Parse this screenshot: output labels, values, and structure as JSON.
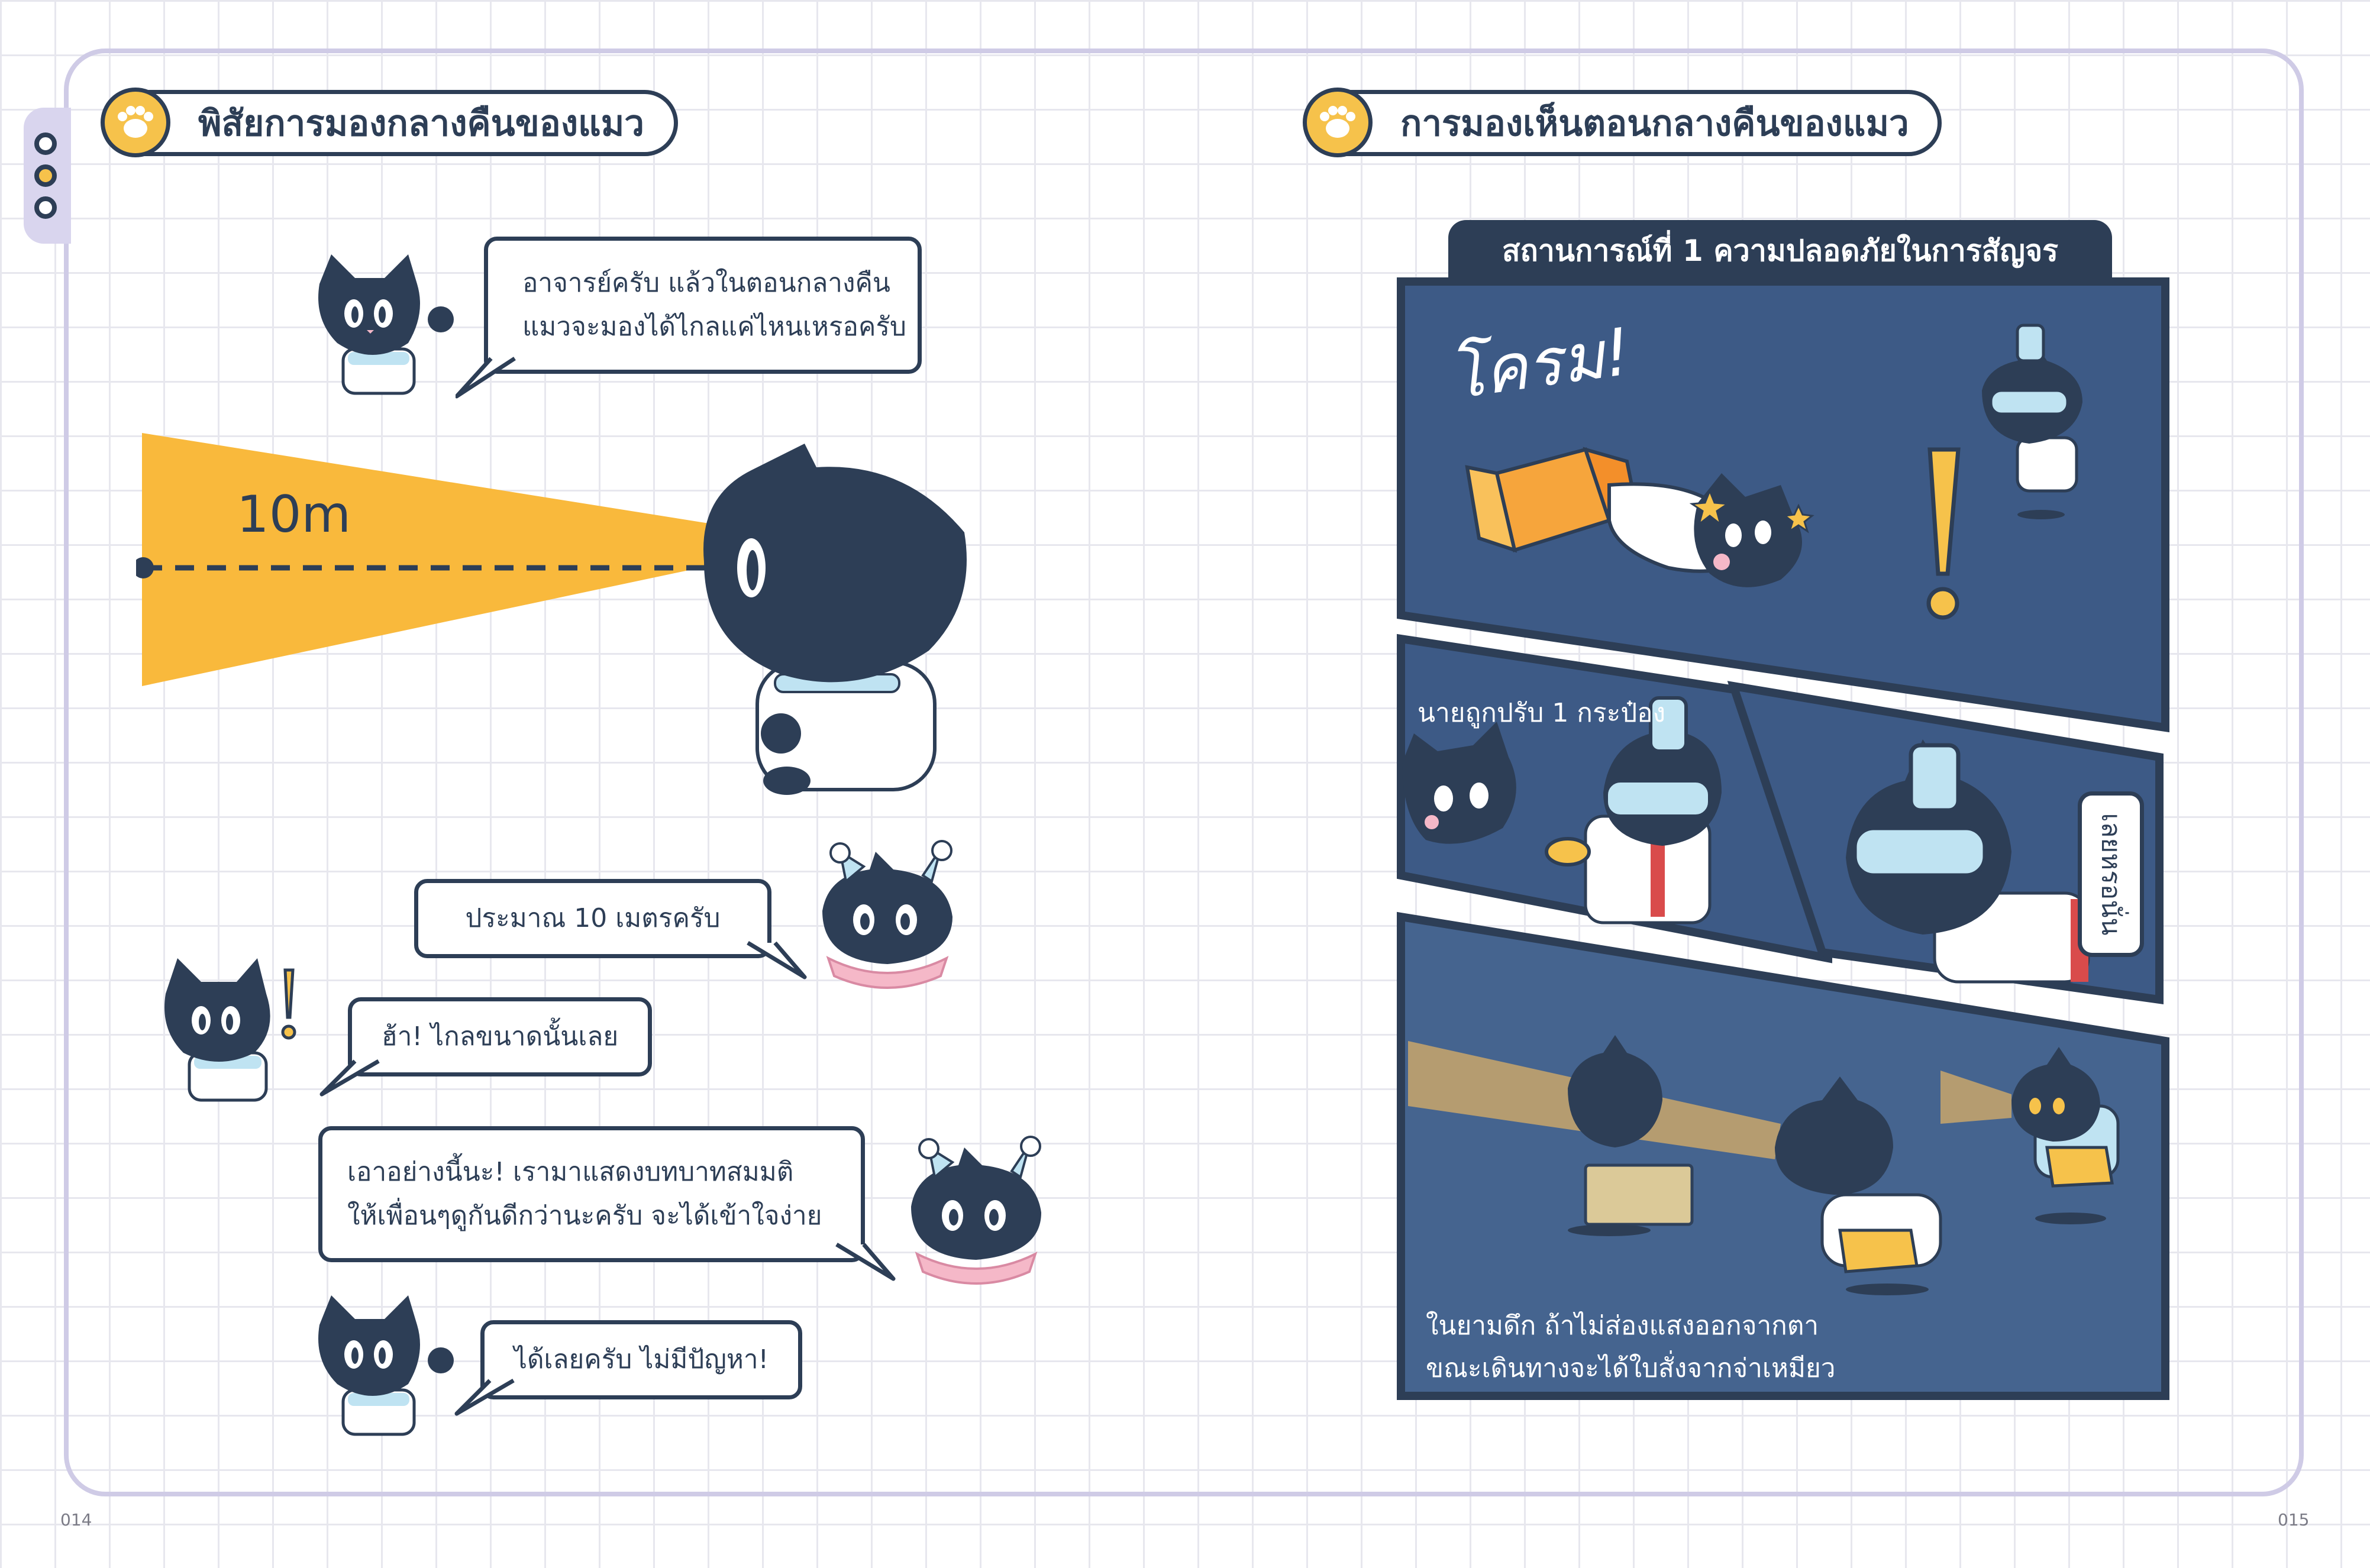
{
  "left_page": {
    "title": "พิสัยการมองกลางคืนของแมว",
    "bubbles": [
      {
        "lines": [
          "อาจารย์ครับ แล้วในตอนกลางคืน",
          "แมวจะมองได้ไกลแค่ไหนเหรอครับ"
        ]
      },
      {
        "lines": [
          "ประมาณ 10 เมตรครับ"
        ]
      },
      {
        "lines": [
          "ฮ้า! ไกลขนาดนั้นเลย"
        ]
      },
      {
        "lines": [
          "เอาอย่างนี้นะ! เรามาแสดงบทบาทสมมติ",
          "ให้เพื่อนๆดูกันดีกว่านะครับ จะได้เข้าใจง่าย"
        ]
      },
      {
        "lines": [
          "ได้เลยครับ ไม่มีปัญหา!"
        ]
      }
    ],
    "distance_label": "10m",
    "page_number": "014"
  },
  "right_page": {
    "title": "การมองเห็นตอนกลางคืนของแมว",
    "scenario_header": "สถานการณ์ที่ 1 ความปลอดภัยในการสัญจร",
    "sfx": "โครม!",
    "exclaim": "!",
    "fine_caption": "นายถูกปรับ 1 กระป๋อง",
    "vertical_bubble": "เลยหรอนั่น",
    "bottom_caption": [
      "ในยามดึก ถ้าไม่ส่องแสงออกจากตา",
      "ขณะเดินทางจะได้ใบสั่งจากจ่าเหมียว"
    ],
    "page_number": "015"
  },
  "colors": {
    "navy": "#2d3e56",
    "panel_bg": "#3d5a86",
    "panel_bg_dark": "#33496d",
    "yellow": "#f6c24b",
    "frame": "#cfcbe6",
    "light_blue": "#bfe3f2",
    "pink": "#f5b8c8"
  },
  "icons": [
    "paw-icon",
    "cat-character",
    "police-cat-character",
    "exclamation-icon",
    "headlight-beam"
  ]
}
